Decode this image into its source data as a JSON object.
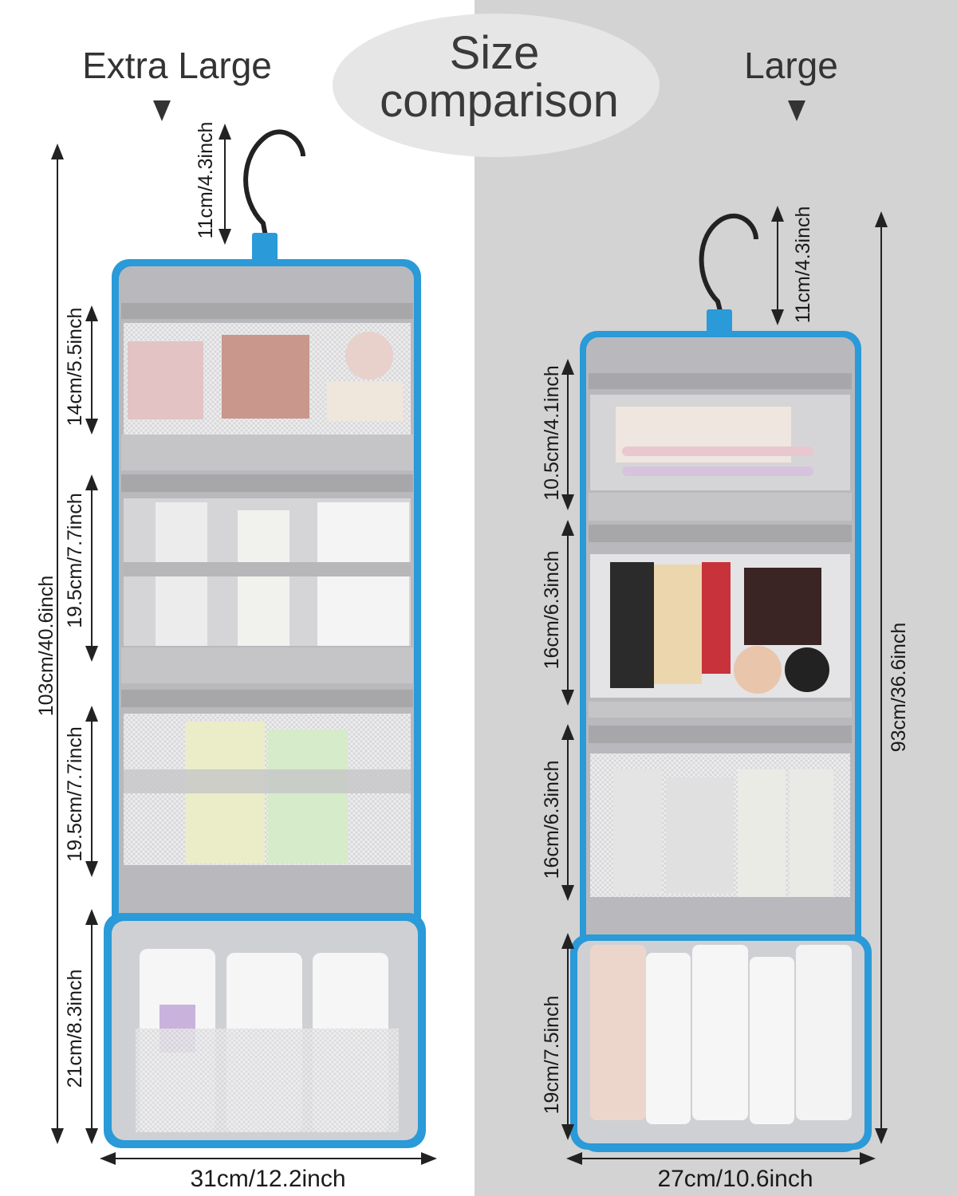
{
  "title": {
    "line1": "Size",
    "line2": "comparison"
  },
  "colors": {
    "bag_trim": "#2a9ad8",
    "bag_lining": "#b9b9bd",
    "right_background": "#d3d3d3",
    "title_bubble": "#e6e6e6"
  },
  "extra_large": {
    "label": "Extra Large",
    "hook": "11cm/4.3inch",
    "pocket1": "14cm/5.5inch",
    "pocket2": "19.5cm/7.7inch",
    "pocket3": "19.5cm/7.7inch",
    "pocket4": "21cm/8.3inch",
    "total_height": "103cm/40.6inch",
    "width": "31cm/12.2inch"
  },
  "large": {
    "label": "Large",
    "hook": "11cm/4.3inch",
    "pocket1": "10.5cm/4.1inch",
    "pocket2": "16cm/6.3inch",
    "pocket3": "16cm/6.3inch",
    "pocket4": "19cm/7.5inch",
    "total_height": "93cm/36.6inch",
    "width": "27cm/10.6inch"
  }
}
